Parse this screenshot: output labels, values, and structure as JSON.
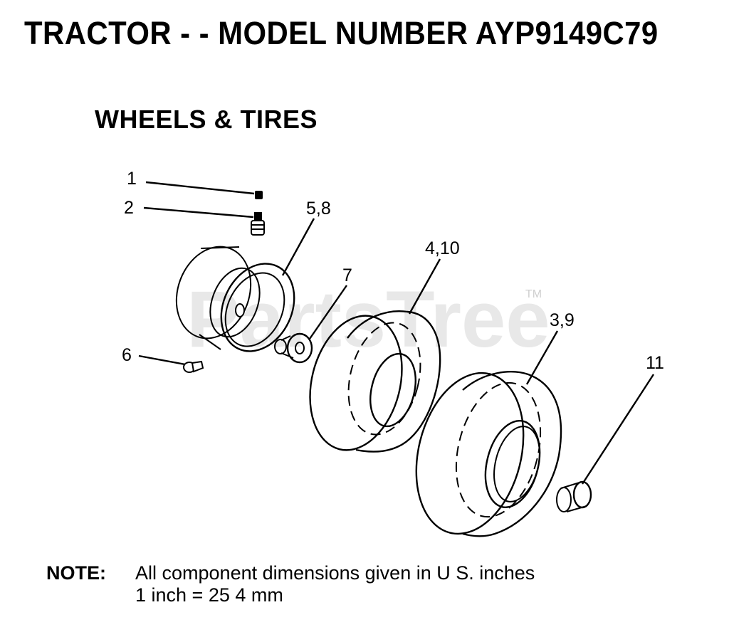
{
  "header": {
    "title": "TRACTOR - - MODEL NUMBER AYP9149C79",
    "section": "WHEELS & TIRES"
  },
  "watermark": {
    "text": "PartsTree",
    "tm": "TM"
  },
  "callouts": {
    "c1": "1",
    "c2": "2",
    "c58": "5,8",
    "c410": "4,10",
    "c7": "7",
    "c39": "3,9",
    "c6": "6",
    "c11": "11"
  },
  "note": {
    "label": "NOTE:",
    "line1": "All component dimensions given in U S. inches",
    "line2": "1 inch = 25 4 mm"
  }
}
